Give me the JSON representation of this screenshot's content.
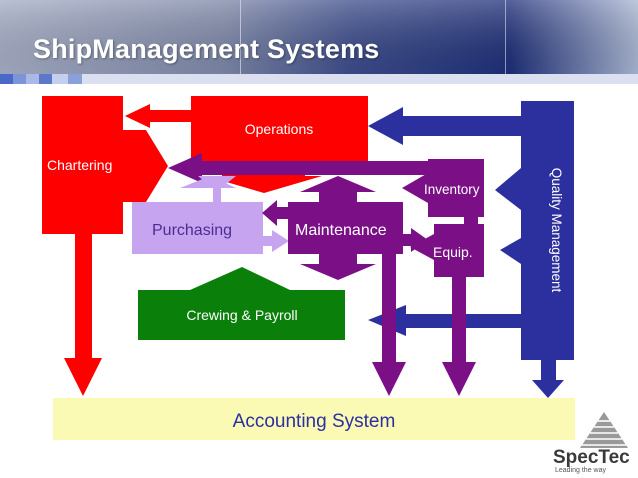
{
  "slide": {
    "title": "ShipManagement Systems"
  },
  "diagram": {
    "nodes": {
      "operations": "Operations",
      "chartering": "Chartering",
      "inventory": "Inventory",
      "quality_management": "Quality Management",
      "purchasing": "Purchasing",
      "maintenance": "Maintenance",
      "equip": "Equip.",
      "crewing_payroll": "Crewing & Payroll",
      "accounting_system": "Accounting System"
    },
    "colors": {
      "red": "#ff0000",
      "lilac": "#c7a4f0",
      "purple": "#7a0f86",
      "navy": "#2c2f9e",
      "green": "#0a7f0a",
      "pale_yellow": "#fafab4"
    }
  },
  "logo": {
    "name": "SpecTec",
    "tagline": "Leading the way"
  }
}
